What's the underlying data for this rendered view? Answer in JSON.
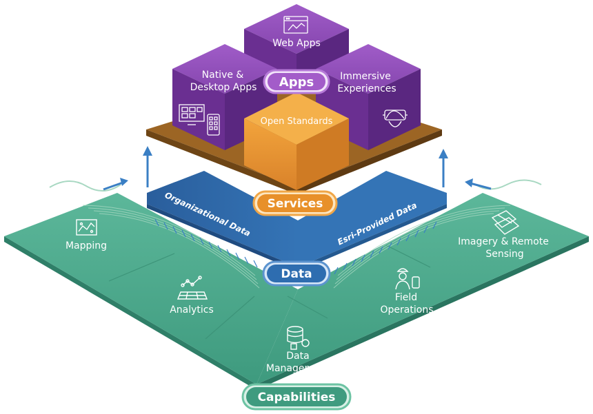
{
  "apps": {
    "pill": "Apps",
    "cubes": {
      "web": "Web Apps",
      "native_line1": "Native &",
      "native_line2": "Desktop Apps",
      "immersive_line1": "Immersive",
      "immersive_line2": "Experiences",
      "open_standards": "Open Standards"
    }
  },
  "services": {
    "pill": "Services"
  },
  "data": {
    "pill": "Data",
    "organizational": "Organizational Data",
    "esri_provided": "Esri-Provided Data"
  },
  "capabilities": {
    "pill": "Capabilities",
    "mapping": "Mapping",
    "analytics": "Analytics",
    "data_mgmt_line1": "Data",
    "data_mgmt_line2": "Management",
    "field_line1": "Field",
    "field_line2": "Operations",
    "imagery_line1": "Imagery & Remote",
    "imagery_line2": "Sensing"
  },
  "icons": [
    "map-icon",
    "analytics-icon",
    "database-icon",
    "field-worker-icon",
    "imagery-icon",
    "browser-icon",
    "desktop-icon",
    "vr-headset-icon"
  ],
  "colors": {
    "apps_purple": "#7b3fa6",
    "services_orange": "#e8902a",
    "data_blue": "#2e6db0",
    "capabilities_green": "#4aa88a",
    "accent_arrow": "#3a7fc4"
  }
}
